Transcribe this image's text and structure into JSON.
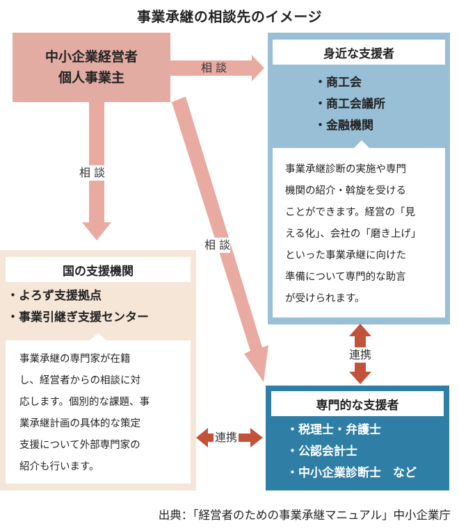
{
  "title": "事業承継の相談先のイメージ",
  "owner": {
    "line1": "中小企業経営者",
    "line2": "個人事業主"
  },
  "near_supporters": {
    "heading": "身近な支援者",
    "items": [
      "・商工会",
      "・商工会議所",
      "・金融機関"
    ],
    "description": "事業承継診断の実施や専門\n機関の紹介・斡旋を受ける\nことができます。経営の「見\nえる化」、会社の「磨き上げ」\nといった事業承継に向けた\n準備について専門的な助言\nが受けられます。"
  },
  "national_support": {
    "heading": "国の支援機関",
    "items": [
      "・よろず支援拠点",
      "・事業引継ぎ支援センター"
    ],
    "description": "事業承継の専門家が在籍\nし、経営者からの相談に対\n応します。個別的な課題、事\n業承継計画の具体的な策定\n支援について外部専門家の\n紹介も行います。"
  },
  "professional_supporters": {
    "heading": "専門的な支援者",
    "items": [
      "・税理士・弁護士",
      "・公認会計士",
      "・中小企業診断士　など"
    ]
  },
  "arrow_labels": {
    "consult_right": "相 談",
    "consult_down": "相 談",
    "consult_diagonal": "相 談",
    "link_vertical": "連携",
    "link_horizontal": "連携"
  },
  "source": "出典：「経営者のための事業承継マニュアル」中小企業庁",
  "colors": {
    "owner_box": "#e3aca3",
    "arrow_consult": "#e8aaa1",
    "arrow_link": "#c2523a",
    "near_panel": "#98bfd5",
    "national_panel": "#f5e6d8",
    "professional_panel": "#2e7ea6"
  }
}
